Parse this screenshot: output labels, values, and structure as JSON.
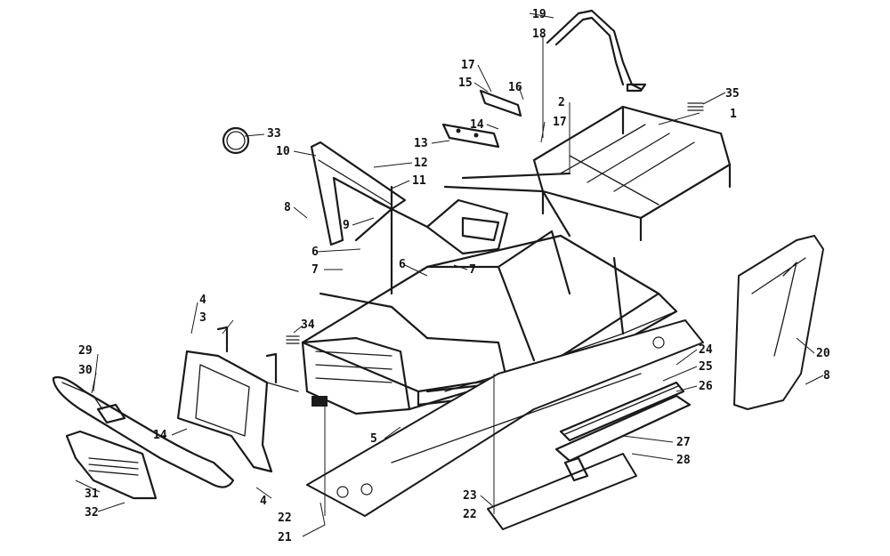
{
  "diagram": {
    "callouts": [
      "1",
      "2",
      "3",
      "4",
      "4",
      "5",
      "6",
      "6",
      "7",
      "7",
      "8",
      "8",
      "9",
      "10",
      "11",
      "12",
      "13",
      "14",
      "14",
      "15",
      "16",
      "17",
      "17",
      "18",
      "19",
      "20",
      "21",
      "22",
      "22",
      "23",
      "24",
      "25",
      "26",
      "27",
      "28",
      "29",
      "30",
      "31",
      "32",
      "33",
      "34",
      "35"
    ]
  }
}
